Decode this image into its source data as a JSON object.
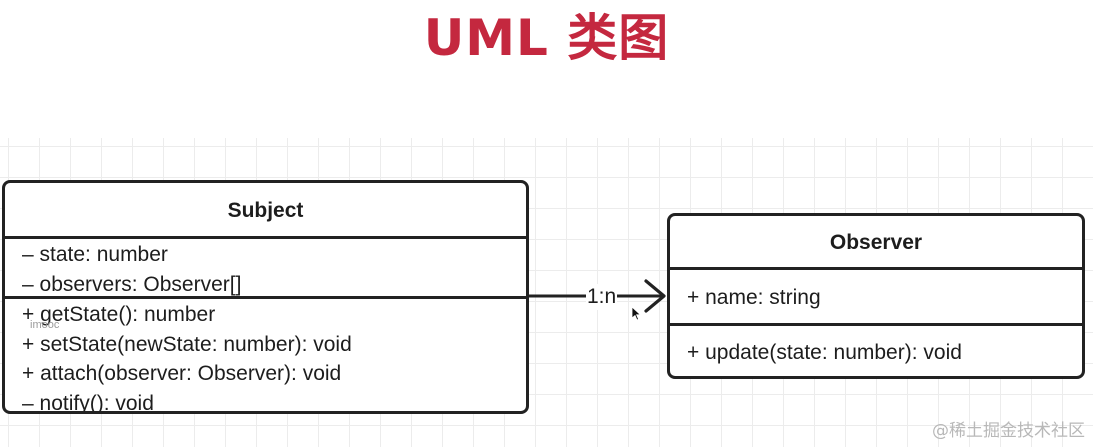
{
  "title": "UML 类图",
  "classes": {
    "subject": {
      "name": "Subject",
      "attributes": [
        "– state: number",
        "– observers: Observer[]"
      ],
      "methods": [
        "+ getState(): number",
        "+ setState(newState: number): void",
        "+ attach(observer: Observer): void",
        "– notify(): void"
      ]
    },
    "observer": {
      "name": "Observer",
      "attributes": [
        "+ name: string"
      ],
      "methods": [
        "+ update(state: number): void"
      ]
    }
  },
  "association": {
    "multiplicity": "1:n",
    "arrow": "open-arrow"
  },
  "watermarks": {
    "inline": "imooc",
    "corner": "@稀土掘金技术社区"
  },
  "colors": {
    "title": "#c4283f",
    "outline": "#222222",
    "grid": "#ececec"
  }
}
